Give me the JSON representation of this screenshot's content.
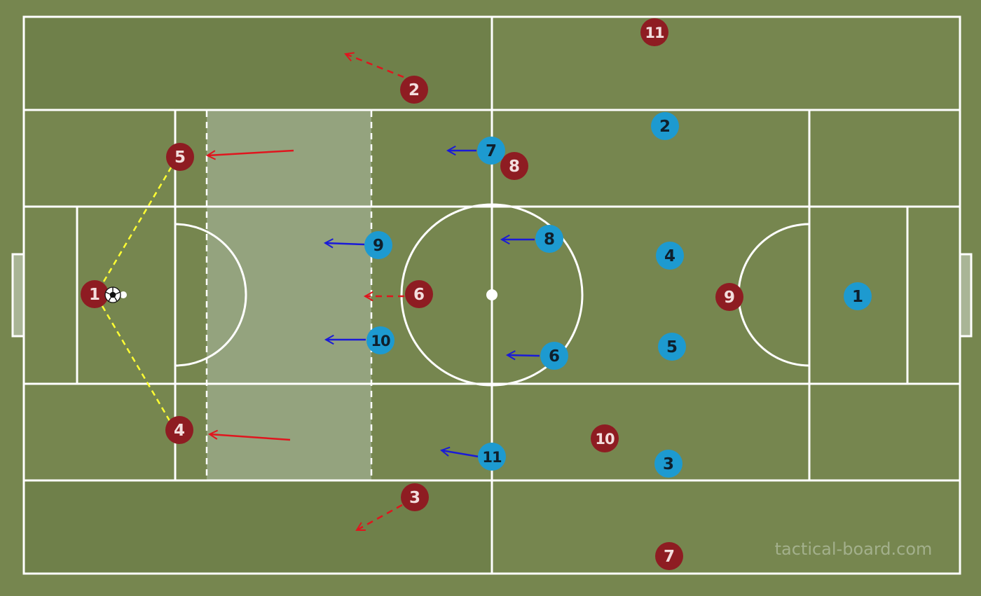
{
  "colors": {
    "pitch": "#76864f",
    "pitch_stripe": "#6f804a",
    "lines": "#ffffff",
    "highlight_zone": "#9aa886",
    "team_red": "#8e1c22",
    "team_red_text": "#f3dede",
    "team_blue": "#1d9ad0",
    "team_blue_text": "#0f1f2c",
    "arrow_red": "#e0151e",
    "arrow_blue": "#1a1ad8",
    "passing_lane": "#ffff33",
    "watermark": "#a3b08c"
  },
  "red_players": [
    "1",
    "2",
    "3",
    "4",
    "5",
    "6",
    "7",
    "8",
    "9",
    "10",
    "11"
  ],
  "blue_players": [
    "1",
    "2",
    "3",
    "4",
    "5",
    "6",
    "7",
    "8",
    "9",
    "10",
    "11"
  ],
  "watermark": "tactical-board.com"
}
